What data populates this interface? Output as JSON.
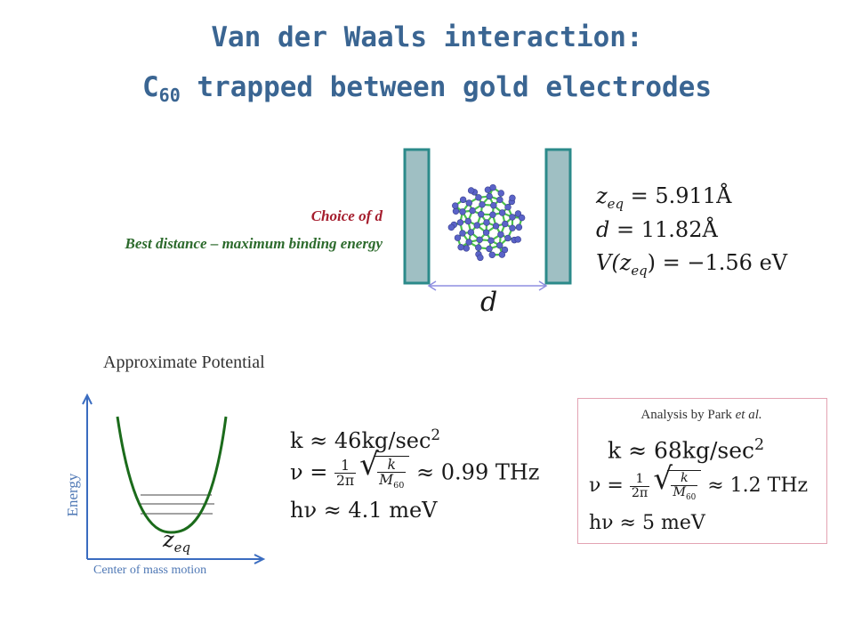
{
  "title": {
    "line1": "Van der Waals interaction:",
    "line2_prefix": "C",
    "line2_sub": "60",
    "line2_suffix": " trapped between gold electrodes"
  },
  "choice": {
    "line1": "Choice of d",
    "line2": "Best distance – maximum binding energy",
    "color1": "#a51d2d",
    "color2": "#2c6a2c"
  },
  "electrodes": {
    "fill": "#9fbfc3",
    "border": "#2b8a8a",
    "distance_label": "d"
  },
  "equilibrium": {
    "z_sym": "z",
    "z_sub": "eq",
    "z_val": "= 5.911Å",
    "d_sym": "d",
    "d_val": "= 11.82Å",
    "V_expr": "V(z",
    "V_sub": "eq",
    "V_val": ") = −1.56 eV"
  },
  "potential": {
    "title": "Approximate Potential",
    "y_label": "Energy",
    "x_label": "Center of mass motion",
    "z_sym": "z",
    "z_sub": "eq",
    "curve_color": "#1b6b1b",
    "axis_color": "#3a6cc0",
    "label_color": "#4f78b5"
  },
  "estimates": {
    "k_text": "k ≈ 46kg/sec",
    "k_exp": "2",
    "nu_prefix": "ν =",
    "frac_num": "1",
    "frac_den": "2π",
    "sqrt_num": "k",
    "sqrt_den_sym": "M",
    "sqrt_den_sub": "60",
    "nu_val": "≈ 0.99 THz",
    "h_text": "hν ≈ 4.1 meV"
  },
  "park": {
    "label_prefix": "Analysis by Park ",
    "label_italic": "et al.",
    "k_text": "k ≈ 68kg/sec",
    "k_exp": "2",
    "nu_prefix": "ν =",
    "frac_num": "1",
    "frac_den": "2π",
    "sqrt_num": "k",
    "sqrt_den_sym": "M",
    "sqrt_den_sub": "60",
    "nu_val": "≈ 1.2 THz",
    "h_text": "hν ≈ 5 meV"
  }
}
